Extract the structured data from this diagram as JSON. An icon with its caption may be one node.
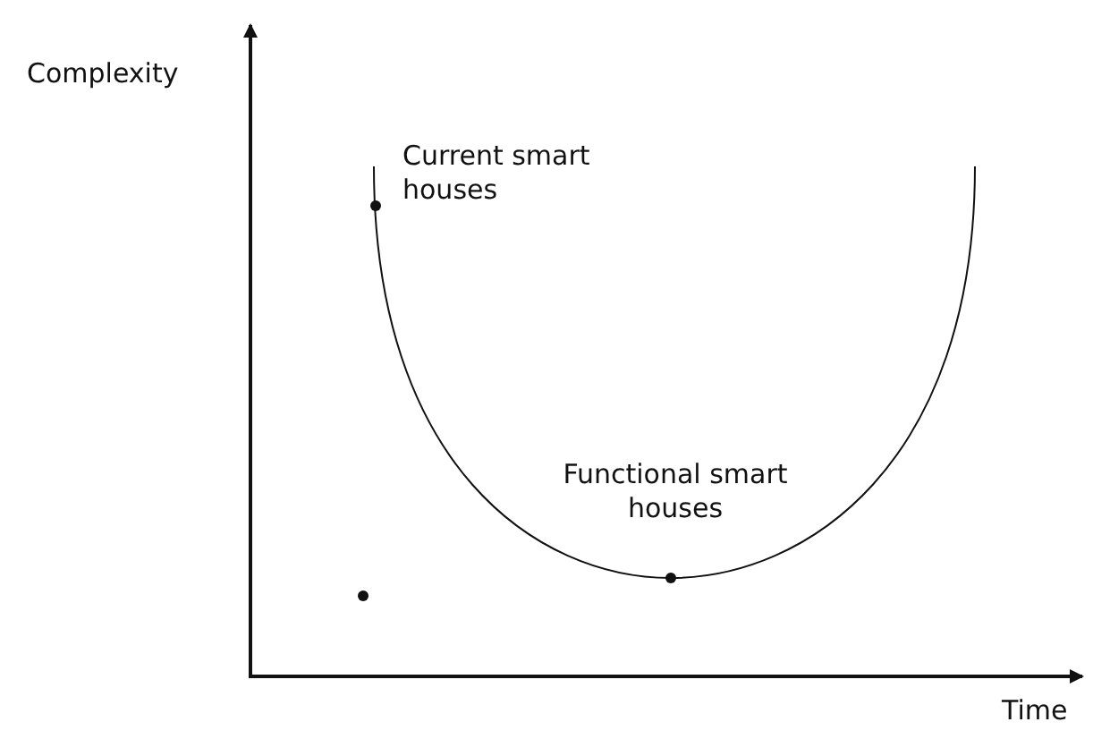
{
  "diagram": {
    "labels": [
      "Complexity",
      "Current smart houses",
      "Functional smart houses",
      "Time"
    ]
  }
}
